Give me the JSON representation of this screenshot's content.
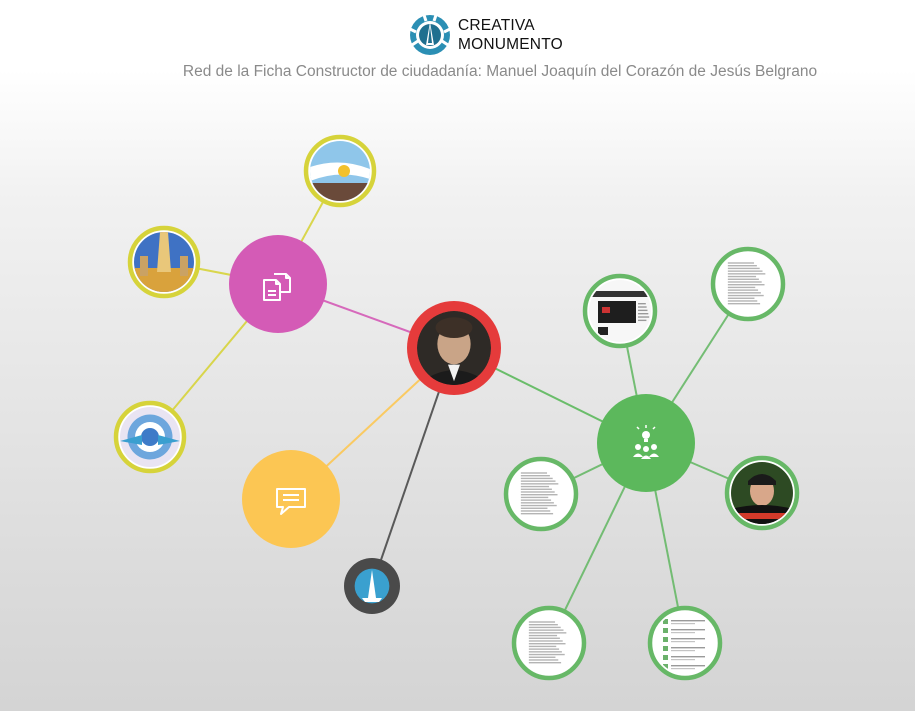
{
  "header": {
    "logo_line_1": "CREATIVA",
    "logo_line_2": "MONUMENTO",
    "subtitle": "Red de la Ficha Constructor de ciudadanía: Manuel Joaquín del Corazón de Jesús Belgrano"
  },
  "colors": {
    "center": "#e53b3b",
    "documents": "#d45bb6",
    "documents_children_ring": "#d6d33a",
    "comments": "#fcc653",
    "monument": "#4a4a4a",
    "ideas": "#5cb85c",
    "ideas_children_ring": "#67b867"
  },
  "nodes": [
    {
      "id": "belgrano",
      "name": "belgrano-portrait-node",
      "kind": "center-image",
      "icon": "portrait-image"
    },
    {
      "id": "documents",
      "name": "documents-hub-node",
      "kind": "hub",
      "icon": "documents-icon"
    },
    {
      "id": "comments",
      "name": "comments-hub-node",
      "kind": "hub",
      "icon": "chat-bubble-icon"
    },
    {
      "id": "monument",
      "name": "monument-node",
      "kind": "small-hub",
      "icon": "monument-icon"
    },
    {
      "id": "ideas",
      "name": "ideas-hub-node",
      "kind": "hub",
      "icon": "lightbulb-people-icon"
    },
    {
      "id": "flag",
      "name": "flag-photo-node",
      "kind": "photo",
      "icon": "argentine-flag-image"
    },
    {
      "id": "monumentphoto",
      "name": "monument-photo-node",
      "kind": "photo",
      "icon": "monument-photo-image"
    },
    {
      "id": "cockade",
      "name": "cockade-photo-node",
      "kind": "photo",
      "icon": "cockade-image"
    },
    {
      "id": "screenshot",
      "name": "website-screenshot-node",
      "kind": "thumb",
      "icon": "webpage-thumbnail"
    },
    {
      "id": "docA",
      "name": "text-document-node-1",
      "kind": "thumb",
      "icon": "text-page-thumbnail"
    },
    {
      "id": "person",
      "name": "person-photo-node",
      "kind": "photo",
      "icon": "person-photo-image"
    },
    {
      "id": "docB",
      "name": "text-document-node-2",
      "kind": "thumb",
      "icon": "text-page-thumbnail"
    },
    {
      "id": "docC",
      "name": "text-document-node-3",
      "kind": "thumb",
      "icon": "text-page-thumbnail"
    },
    {
      "id": "docD",
      "name": "text-list-node",
      "kind": "thumb",
      "icon": "list-page-thumbnail"
    }
  ],
  "edges": [
    [
      "belgrano",
      "documents"
    ],
    [
      "belgrano",
      "comments"
    ],
    [
      "belgrano",
      "monument"
    ],
    [
      "belgrano",
      "ideas"
    ],
    [
      "documents",
      "flag"
    ],
    [
      "documents",
      "monumentphoto"
    ],
    [
      "documents",
      "cockade"
    ],
    [
      "ideas",
      "screenshot"
    ],
    [
      "ideas",
      "docA"
    ],
    [
      "ideas",
      "person"
    ],
    [
      "ideas",
      "docB"
    ],
    [
      "ideas",
      "docC"
    ],
    [
      "ideas",
      "docD"
    ]
  ]
}
